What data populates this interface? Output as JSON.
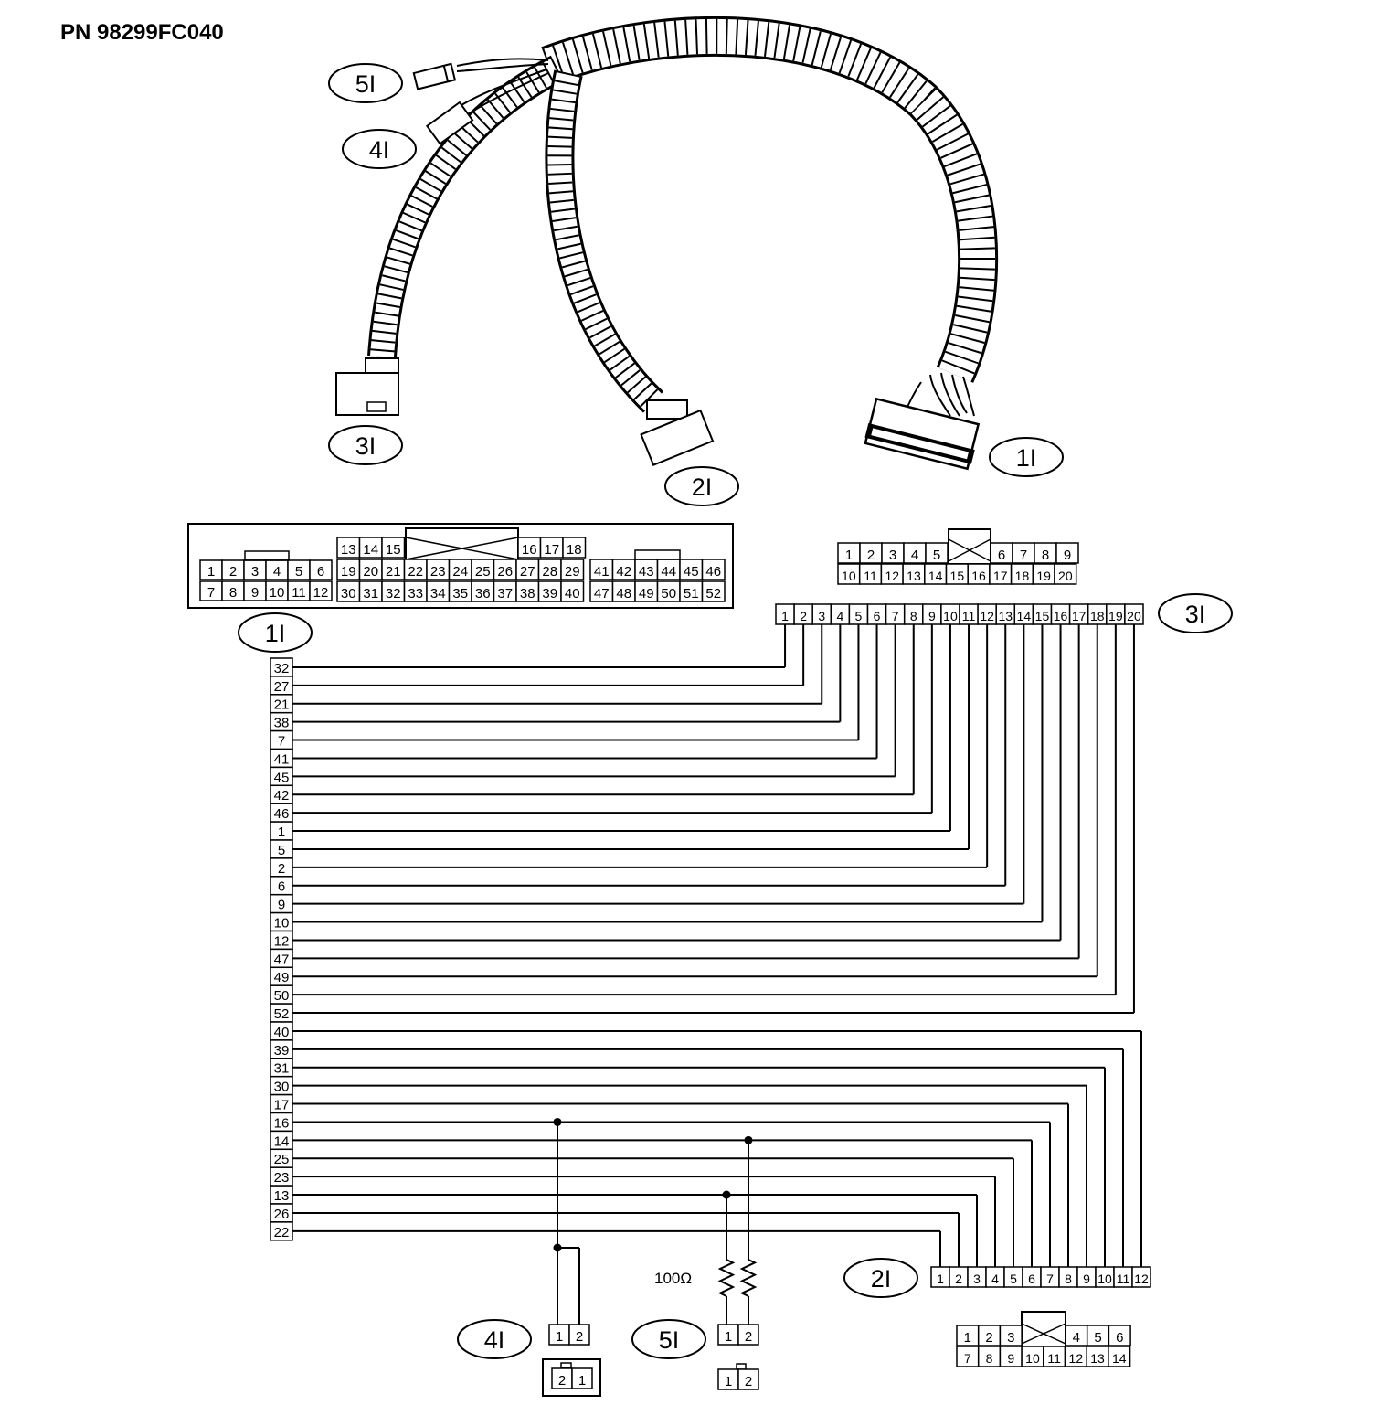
{
  "title": "PN 98299FC040",
  "labels": {
    "c1": "1I",
    "c2": "2I",
    "c3": "3I",
    "c4": "4I",
    "c5": "5I"
  },
  "resistor": {
    "label": "100Ω"
  },
  "wiring": {
    "left_pins": [
      "32",
      "27",
      "21",
      "38",
      "7",
      "41",
      "45",
      "42",
      "46",
      "1",
      "5",
      "2",
      "6",
      "9",
      "10",
      "12",
      "47",
      "49",
      "50",
      "52",
      "40",
      "39",
      "31",
      "30",
      "17",
      "16",
      "14",
      "25",
      "23",
      "13",
      "26",
      "22"
    ],
    "c3_pins": [
      "1",
      "2",
      "3",
      "4",
      "5",
      "6",
      "7",
      "8",
      "9",
      "10",
      "11",
      "12",
      "13",
      "14",
      "15",
      "16",
      "17",
      "18",
      "19",
      "20"
    ],
    "c2_pins": [
      "1",
      "2",
      "3",
      "4",
      "5",
      "6",
      "7",
      "8",
      "9",
      "10",
      "11",
      "12"
    ],
    "c4_pins": [
      "1",
      "2"
    ],
    "c5_pins": [
      "1",
      "2"
    ]
  },
  "face_1I": {
    "left_top": [
      "3",
      "4"
    ],
    "left_mid": [
      "1",
      "2",
      "3",
      "4",
      "5",
      "6"
    ],
    "left_bot": [
      "7",
      "8",
      "9",
      "10",
      "11",
      "12"
    ],
    "center_top_l": [
      "13",
      "14",
      "15"
    ],
    "center_top_r": [
      "16",
      "17",
      "18"
    ],
    "center_mid": [
      "19",
      "20",
      "21",
      "22",
      "23",
      "24",
      "25",
      "26",
      "27",
      "28",
      "29"
    ],
    "center_bot": [
      "30",
      "31",
      "32",
      "33",
      "34",
      "35",
      "36",
      "37",
      "38",
      "39",
      "40"
    ],
    "right_mid": [
      "41",
      "42",
      "43",
      "44",
      "45",
      "46"
    ],
    "right_bot": [
      "47",
      "48",
      "49",
      "50",
      "51",
      "52"
    ]
  },
  "face_3I": {
    "top_l": [
      "1",
      "2",
      "3",
      "4",
      "5"
    ],
    "top_r": [
      "6",
      "7",
      "8",
      "9"
    ],
    "bot": [
      "10",
      "11",
      "12",
      "13",
      "14",
      "15",
      "16",
      "17",
      "18",
      "19",
      "20"
    ]
  },
  "face_2I": {
    "top_l": [
      "1",
      "2",
      "3"
    ],
    "top_r": [
      "4",
      "5",
      "6"
    ],
    "bot": [
      "7",
      "8",
      "9",
      "10",
      "11",
      "12",
      "13",
      "14"
    ]
  },
  "face_4I": [
    "2",
    "1"
  ],
  "face_5I": [
    "1",
    "2"
  ]
}
